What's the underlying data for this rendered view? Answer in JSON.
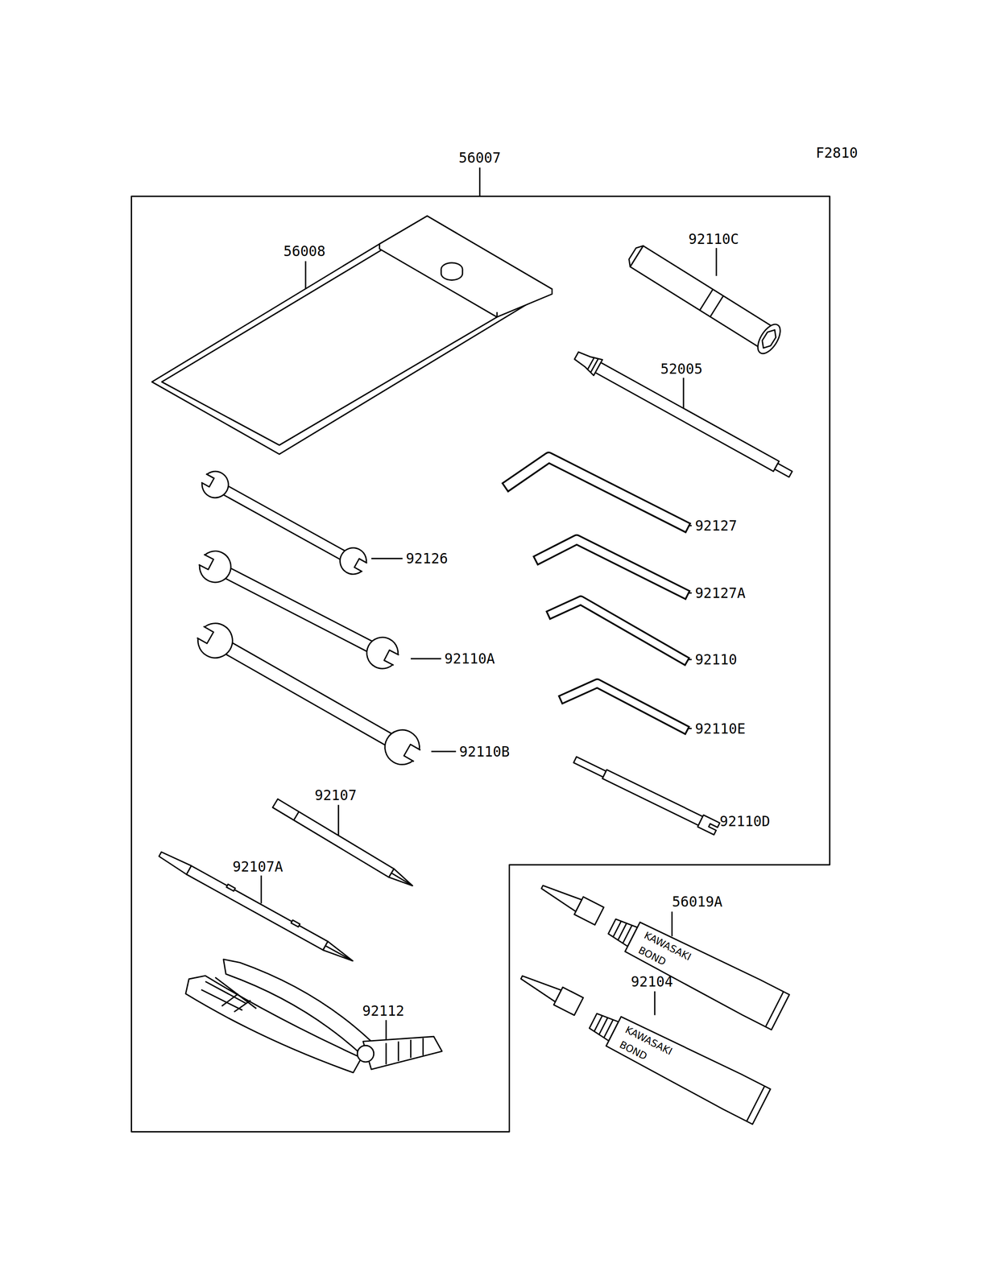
{
  "diagram": {
    "labels": [
      "56007",
      "F2810",
      "56008",
      "92110C",
      "52005",
      "92127",
      "92127A",
      "92110",
      "92110E",
      "92110D",
      "92126",
      "92110A",
      "92110B",
      "92107",
      "92107A",
      "92112",
      "56019A",
      "92104",
      "KAWASAKI",
      "BOND",
      "KAWASAKI",
      "BOND"
    ]
  }
}
